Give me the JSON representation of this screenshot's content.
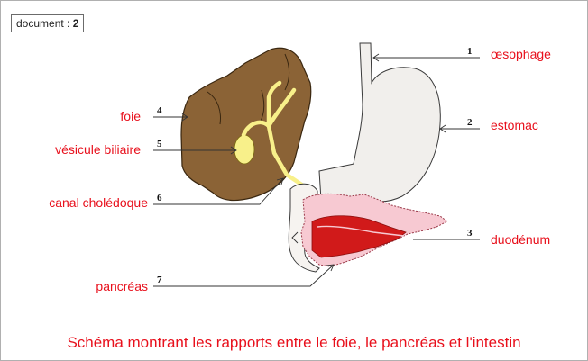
{
  "document_tag": {
    "prefix": "document :",
    "number": "2"
  },
  "labels": [
    {
      "num": "1",
      "text": "œsophage"
    },
    {
      "num": "2",
      "text": "estomac"
    },
    {
      "num": "3",
      "text": "duodénum"
    },
    {
      "num": "4",
      "text": "foie"
    },
    {
      "num": "5",
      "text": "vésicule biliaire"
    },
    {
      "num": "6",
      "text": "canal cholédoque"
    },
    {
      "num": "7",
      "text": "pancréas"
    }
  ],
  "caption": "Schéma montrant les rapports entre le foie, le pancréas et l'intestin",
  "colors": {
    "label_red": "#e8101c",
    "liver": "#8b6336",
    "bile": "#f8f08a",
    "stomach": "#f1efec",
    "pancreas": "#f7c9d2",
    "duodenum": "#d11a1a",
    "intestine": "#f6f3f0"
  }
}
